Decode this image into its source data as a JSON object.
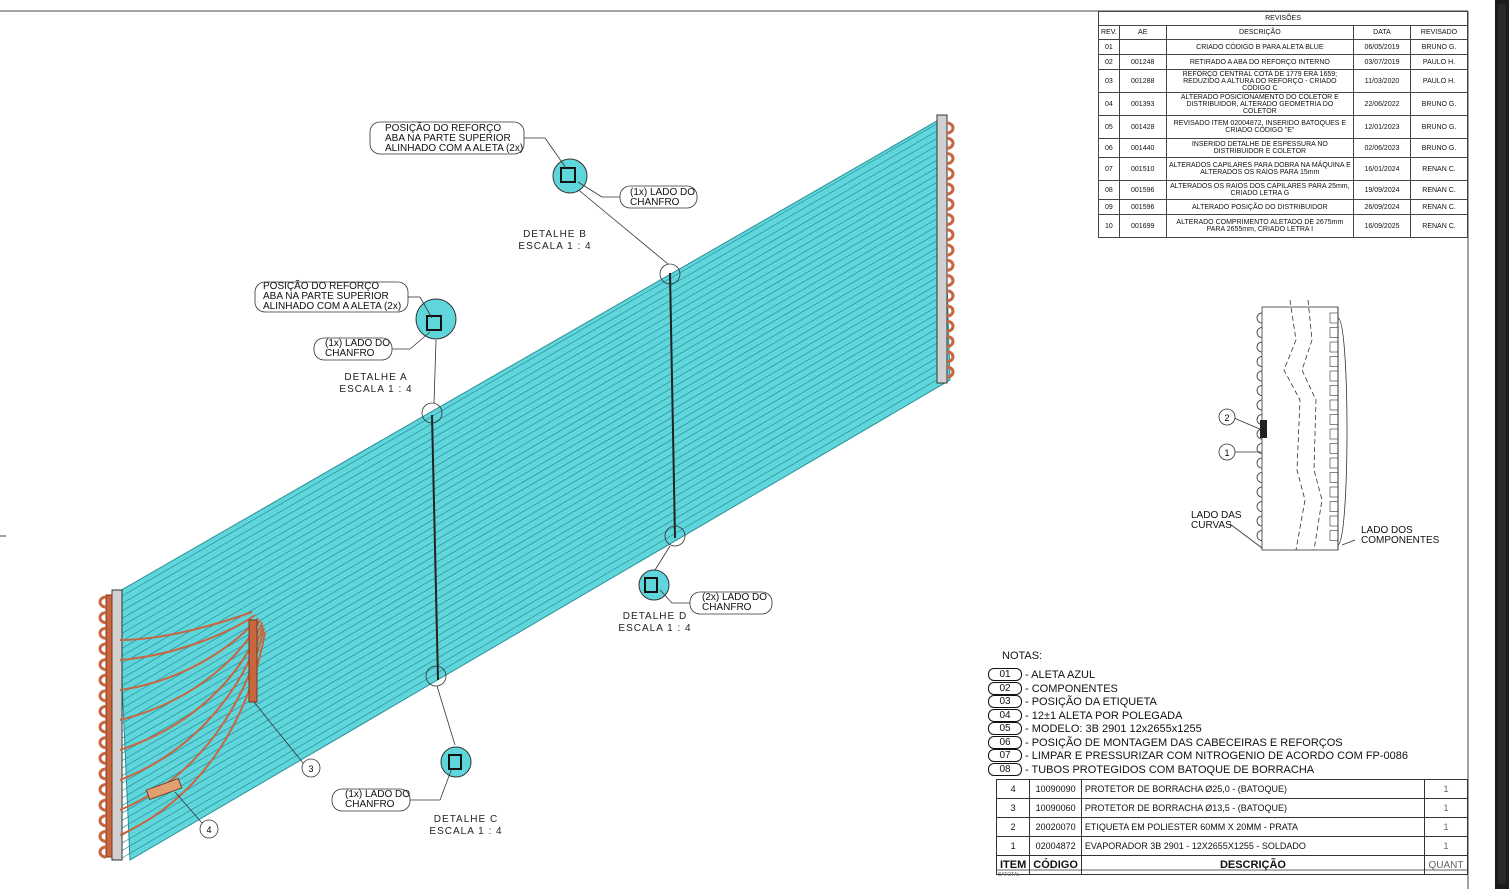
{
  "revision_table": {
    "title": "REVISÕES",
    "headers": [
      "REV.",
      "AE",
      "DESCRIÇÃO",
      "DATA",
      "REVISADO"
    ],
    "rows": [
      {
        "rev": "01",
        "ae": "",
        "desc": "CRIADO CÓDIGO B PARA ALETA BLUE",
        "date": "06/05/2019",
        "by": "BRUNO G."
      },
      {
        "rev": "02",
        "ae": "001248",
        "desc": "RETIRADO A ABA DO REFORÇO INTERNO",
        "date": "03/07/2019",
        "by": "PAULO H."
      },
      {
        "rev": "03",
        "ae": "001288",
        "desc": "REFORÇO CENTRAL COTA DE 1779 ERA 1659; REDUZIDO A ALTURA DO REFORÇO - CRIADO CÓDIGO C",
        "date": "11/03/2020",
        "by": "PAULO H."
      },
      {
        "rev": "04",
        "ae": "001393",
        "desc": "ALTERADO POSICIONAMENTO DO COLETOR E DISTRIBUIDOR, ALTERADO GEOMETRIA DO COLETOR",
        "date": "22/06/2022",
        "by": "BRUNO G."
      },
      {
        "rev": "05",
        "ae": "001428",
        "desc": "REVISADO ITEM 02004872, INSERIDO BATOQUES E CRIADO CÓDIGO \"E\"",
        "date": "12/01/2023",
        "by": "BRUNO G."
      },
      {
        "rev": "06",
        "ae": "001440",
        "desc": "INSERIDO DETALHE DE ESPESSURA NO DISTRIBUIDOR E COLETOR",
        "date": "02/06/2023",
        "by": "BRUNO G."
      },
      {
        "rev": "07",
        "ae": "001510",
        "desc": "ALTERADOS CAPILARES PARA DOBRA NA MÁQUINA E ALTERADOS OS RAIOS PARA 15mm",
        "date": "16/01/2024",
        "by": "RENAN C."
      },
      {
        "rev": "08",
        "ae": "001596",
        "desc": "ALTERADOS OS RAIOS DOS CAPILARES PARA 25mm, CRIADO LETRA G",
        "date": "19/09/2024",
        "by": "RENAN C."
      },
      {
        "rev": "09",
        "ae": "001596",
        "desc": "ALTERADO POSIÇÃO DO DISTRIBUIDOR",
        "date": "26/09/2024",
        "by": "RENAN C."
      },
      {
        "rev": "10",
        "ae": "001699",
        "desc": "ALTERADO COMPRIMENTO ALETADO DE 2675mm PARA 2655mm, CRIADO LETRA I",
        "date": "16/09/2025",
        "by": "RENAN C."
      }
    ]
  },
  "callouts": {
    "b_pos": [
      "POSIÇÃO DO REFORÇO",
      "ABA NA PARTE SUPERIOR",
      "ALINHADO COM A ALETA (2x)"
    ],
    "b_side": [
      "(1x) LADO DO",
      "CHANFRO"
    ],
    "a_pos": [
      "POSIÇÃO DO REFORÇO",
      "ABA NA PARTE SUPERIOR",
      "ALINHADO COM A ALETA (2x)"
    ],
    "a_side": [
      "(1x) LADO DO",
      "CHANFRO"
    ],
    "d_side": [
      "(2x) LADO DO",
      "CHANFRO"
    ],
    "c_side": [
      "(1x) LADO DO",
      "CHANFRO"
    ]
  },
  "details": {
    "a": [
      "DETALHE  A",
      "ESCALA  1  :  4"
    ],
    "b": [
      "DETALHE  B",
      "ESCALA  1  :  4"
    ],
    "c": [
      "DETALHE  C",
      "ESCALA  1  :  4"
    ],
    "d": [
      "DETALHE  D",
      "ESCALA  1  :  4"
    ]
  },
  "balloons": [
    "1",
    "2",
    "3",
    "4"
  ],
  "side_view": {
    "left_label": [
      "LADO DAS",
      "CURVAS"
    ],
    "right_label": [
      "LADO DOS",
      "COMPONENTES"
    ]
  },
  "notes": {
    "title": "NOTAS:",
    "items": [
      {
        "num": "01",
        "text": "- ALETA AZUL"
      },
      {
        "num": "02",
        "text": "- COMPONENTES"
      },
      {
        "num": "03",
        "text": "- POSIÇÃO DA ETIQUETA"
      },
      {
        "num": "04",
        "text": "- 12±1 ALETA POR POLEGADA"
      },
      {
        "num": "05",
        "text": "- MODELO: 3B 2901 12x2655x1255"
      },
      {
        "num": "06",
        "text": "- POSIÇÃO DE MONTAGEM DAS CABECEIRAS E REFORÇOS"
      },
      {
        "num": "07",
        "text": "- LIMPAR E PRESSURIZAR COM NITROGENIO DE ACORDO COM FP-0086"
      },
      {
        "num": "08",
        "text": "- TUBOS PROTEGIDOS COM BATOQUE DE BORRACHA"
      }
    ]
  },
  "bom": {
    "headers": {
      "item": "ITEM",
      "code": "CÓDIGO",
      "desc": "DESCRIÇÃO",
      "qty": "QUANT"
    },
    "rows": [
      {
        "item": "4",
        "code": "10090090",
        "desc": "PROTETOR DE BORRACHA Ø25,0 - (BATOQUE)",
        "qty": "1"
      },
      {
        "item": "3",
        "code": "10090060",
        "desc": "PROTETOR DE BORRACHA Ø13,5 - (BATOQUE)",
        "qty": "1"
      },
      {
        "item": "2",
        "code": "20020070",
        "desc": "ETIQUETA EM POLIESTER 60MM X 20MM - PRATA",
        "qty": "1"
      },
      {
        "item": "1",
        "code": "02004872",
        "desc": "EVAPORADOR 3B 2901 - 12X2655X1255 - SOLDADO",
        "qty": "1"
      }
    ],
    "footer_small": "BATOTAL"
  },
  "colors": {
    "fin": "#5fd6dc",
    "fin_dark": "#2a8e97",
    "copper": "#c8663f",
    "line": "#333333"
  }
}
